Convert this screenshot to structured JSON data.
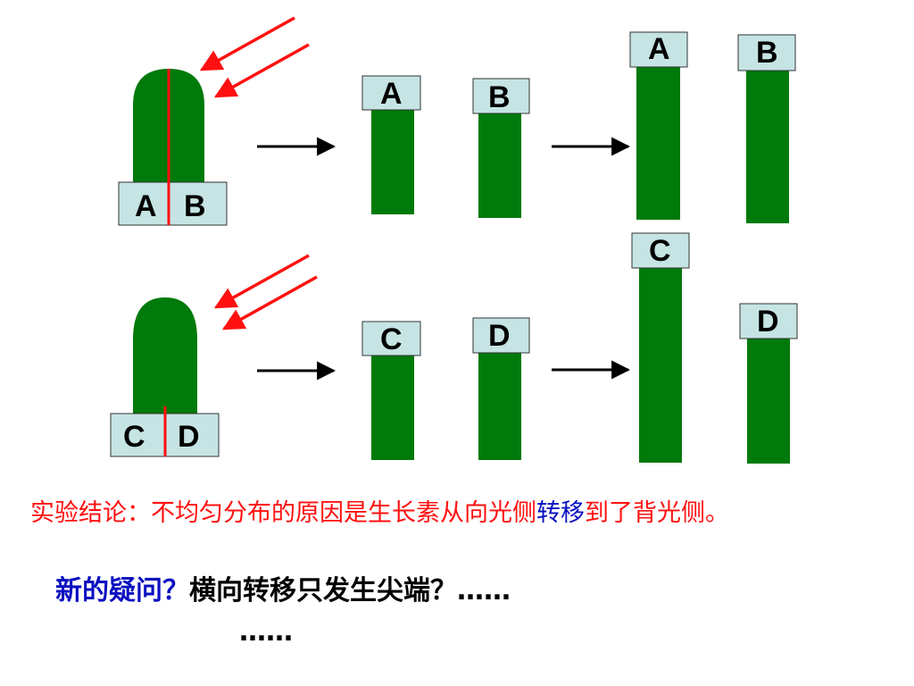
{
  "colors": {
    "stem": "#007a0a",
    "label_box": "#c6e4e4",
    "light": "#ff1010",
    "arrow": "#000000",
    "blue": "#0a10c0",
    "red": "#ff1010",
    "black": "#000000"
  },
  "labels": {
    "a": "A",
    "b": "B",
    "c": "C",
    "d": "D"
  },
  "conclusion": {
    "part1": "实验结论：不均匀分布的原因是生长素从向光侧",
    "part2": "转移",
    "part3": "到了背光侧。"
  },
  "question": {
    "label": "新的疑问？",
    "text": "横向转移只发生尖端？……",
    "continuation": "……"
  }
}
